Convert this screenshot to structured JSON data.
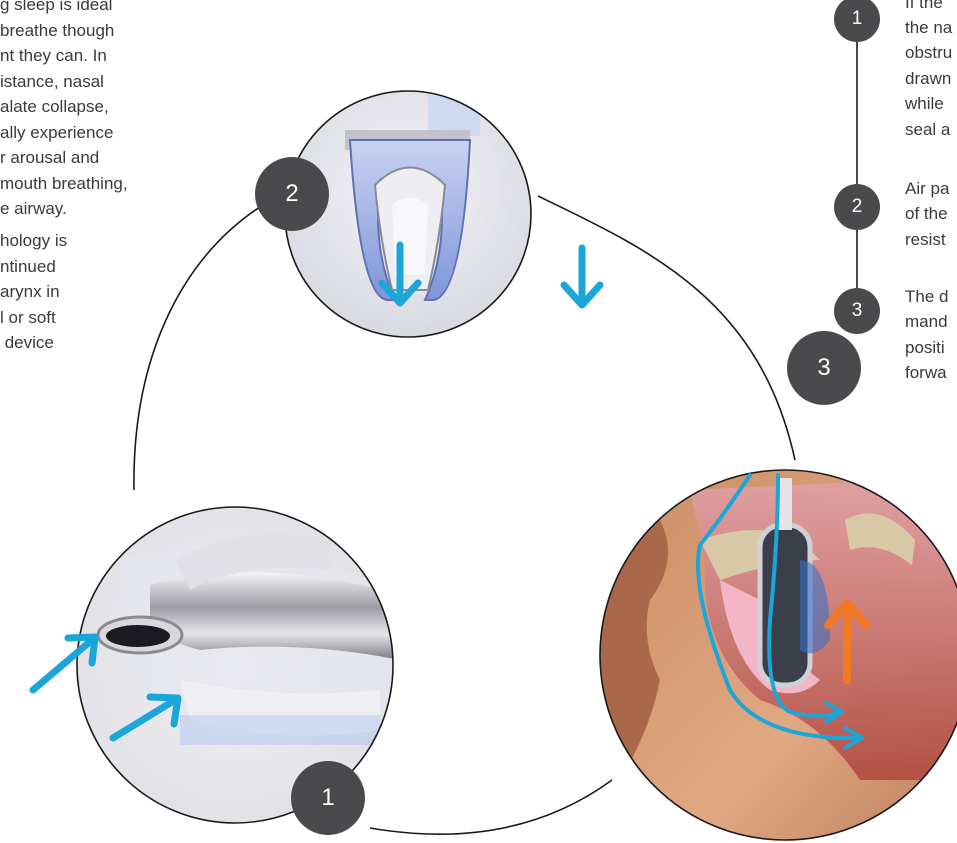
{
  "left_paragraph_1": [
    "g sleep is ideal",
    "breathe though",
    "nt they can. In",
    "istance, nasal",
    "alate collapse,",
    "ally experience",
    "r arousal and",
    "mouth breathing,",
    "e airway."
  ],
  "left_paragraph_2": [
    "hology is",
    "ntinued",
    "arynx in",
    "l or soft",
    " device"
  ],
  "steps": [
    {
      "number": "1",
      "lines": [
        "If the",
        "the na",
        "obstru",
        "drawn",
        "while",
        "seal a"
      ]
    },
    {
      "number": "2",
      "lines": [
        "Air pa",
        "of the",
        "resist"
      ]
    },
    {
      "number": "3",
      "lines": [
        "The d",
        "mand",
        "positi",
        "forwa"
      ]
    }
  ],
  "diagram_badges": {
    "top": "2",
    "bottom_left": "1",
    "bottom_right": "3"
  },
  "colors": {
    "arrow_blue": "#1aa6d8",
    "arrow_orange": "#f07a22",
    "badge": "#4a4a4c",
    "outline": "#1a1a1a"
  }
}
